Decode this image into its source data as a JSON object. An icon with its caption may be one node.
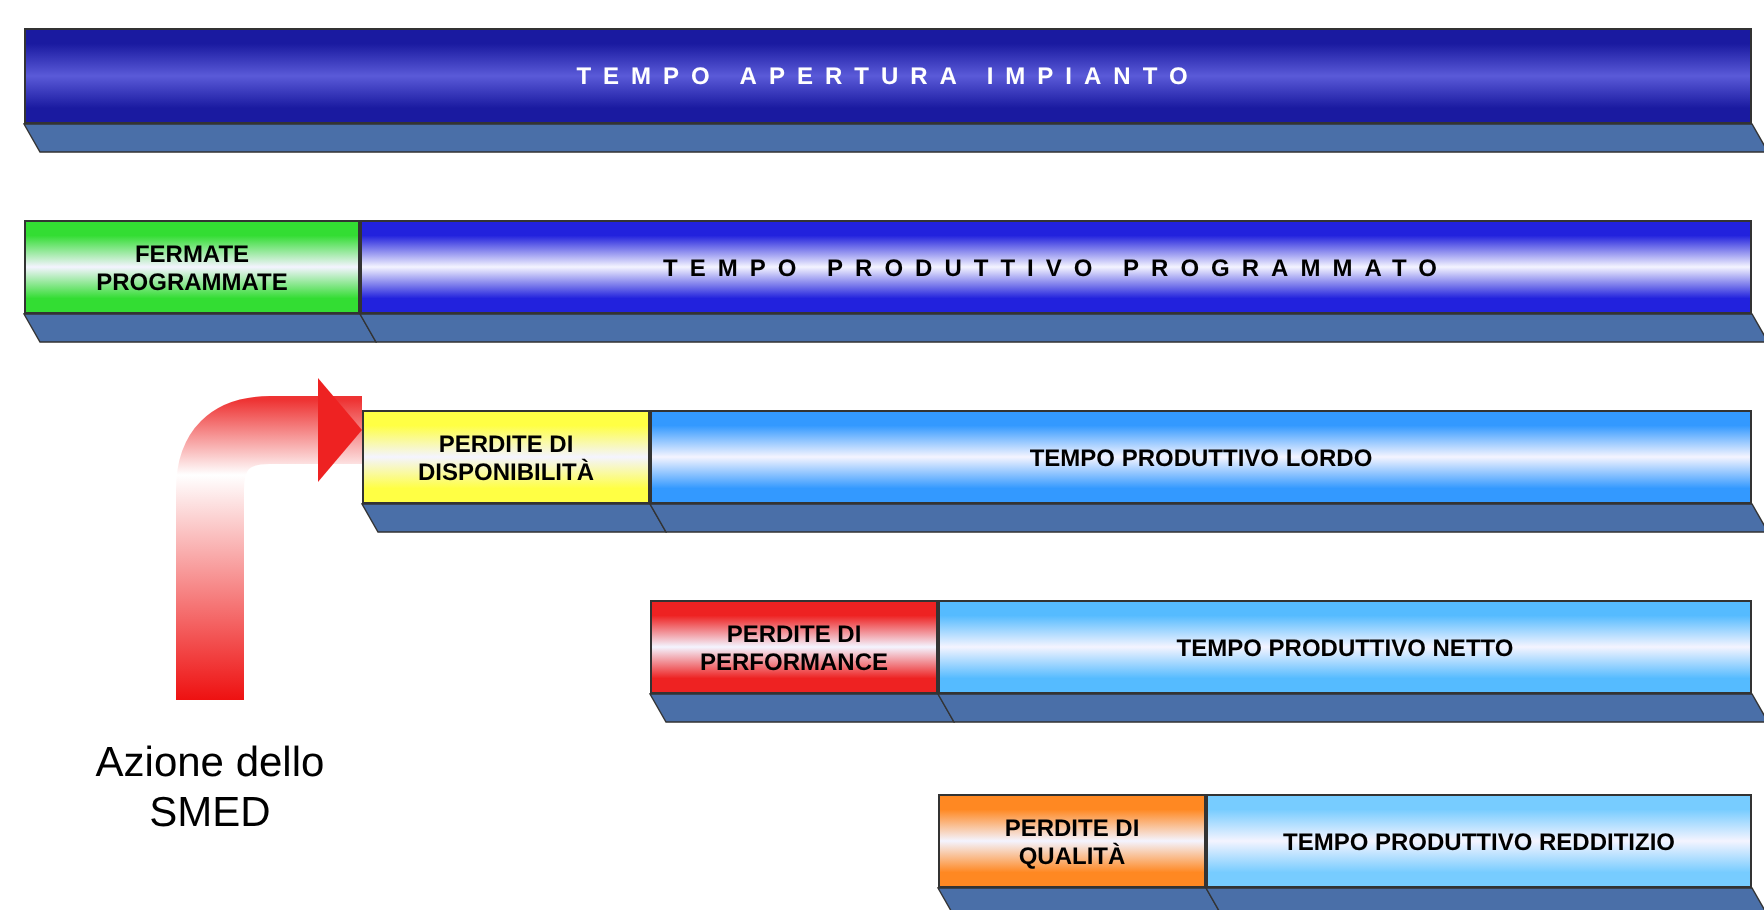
{
  "diagram": {
    "nodes": [
      {
        "text": [
          "TEMPO APERTURA IMPIANTO"
        ]
      },
      {
        "text": [
          "FERMATE PROGRAMMATE"
        ]
      },
      {
        "text": [
          "TEMPO PRODUTTIVO PROGRAMMATO"
        ]
      },
      {
        "text": [
          "PERDITE DI DISPONIBILITÀ"
        ]
      },
      {
        "text": [
          "TEMPO PRODUTTIVO LORDO"
        ]
      },
      {
        "text": [
          "PERDITE DI PERFORMANCE"
        ]
      },
      {
        "text": [
          "TEMPO PRODUTTIVO NETTO"
        ]
      },
      {
        "text": [
          "PERDITE DI QUALITÀ"
        ]
      },
      {
        "text": [
          "TEMPO PRODUTTIVO REDDITIZIO"
        ]
      },
      {
        "text": [
          "Azione dello SMED"
        ]
      }
    ],
    "edges": [
      {
        "from": 9,
        "to": 3,
        "arrow": "to",
        "style": "thick"
      }
    ]
  }
}
